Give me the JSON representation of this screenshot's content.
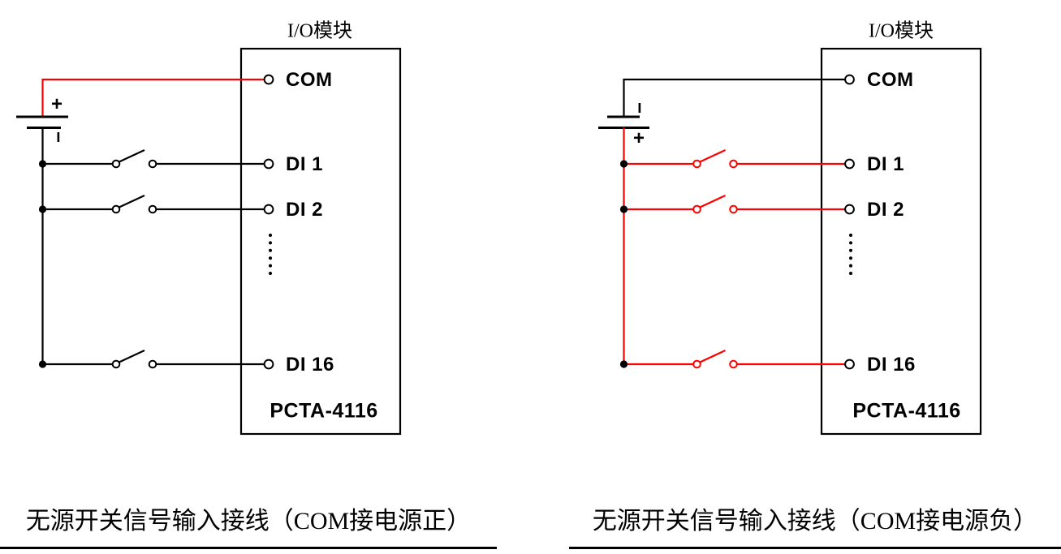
{
  "colors": {
    "wire_red": "#ff0000",
    "wire_black": "#000000"
  },
  "left_diagram": {
    "title": "I/O模块",
    "terminals": {
      "com": "COM",
      "di1": "DI 1",
      "di2": "DI 2",
      "di16": "DI 16"
    },
    "module_model": "PCTA-4116",
    "battery": {
      "plus_label": "+",
      "minus_label": "−"
    },
    "caption": "无源开关信号输入接线（COM接电源正）"
  },
  "right_diagram": {
    "title": "I/O模块",
    "terminals": {
      "com": "COM",
      "di1": "DI 1",
      "di2": "DI 2",
      "di16": "DI 16"
    },
    "module_model": "PCTA-4116",
    "battery": {
      "plus_label": "+",
      "minus_label": "−"
    },
    "caption": "无源开关信号输入接线（COM接电源负）"
  }
}
